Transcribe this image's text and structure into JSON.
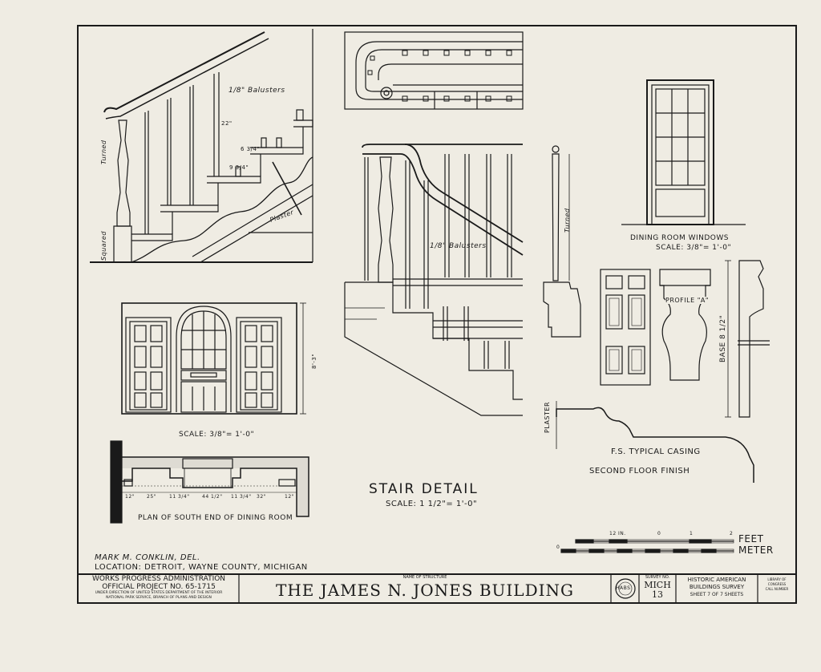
{
  "drawing": {
    "labels": {
      "balusters_upper": "1/8\" Balusters",
      "balusters_mid": "1/8\" Balusters",
      "turned_left": "Turned",
      "turned_right": "Turned",
      "squared": "Squared",
      "plaster_stair": "Plaster",
      "dim_22": "22\"",
      "dim_6": "6 3/4\"",
      "dim_9": "9 3/4\"",
      "window_caption": "DINING ROOM WINDOWS",
      "window_scale": "SCALE: 3/8\"= 1'-0\"",
      "elevation_scale": "SCALE: 3/8\"= 1'-0\"",
      "elevation_height": "8'-3\"",
      "plan_caption": "PLAN OF SOUTH END OF DINING ROOM",
      "plan_dims": [
        "12\"",
        "25\"",
        "11 3/4\"",
        "44 1/2\"",
        "11 3/4\"",
        "32\"",
        "12\""
      ],
      "profile_a": "PROFILE \"A\"",
      "base": "BASE 8 1/2\"",
      "plaster_casing": "PLASTER",
      "casing_caption": "F.S. TYPICAL CASING",
      "casing_sub": "SECOND FLOOR FINISH",
      "stair_title": "STAIR DETAIL",
      "stair_scale": "SCALE: 1 1/2\"= 1'-0\"",
      "scale_feet": "FEET",
      "scale_meter": "METER",
      "scale_ticks": [
        "12 IN.",
        "0",
        "1",
        "2"
      ],
      "scale_zero": "0",
      "delineator": "MARK M. CONKLIN, DEL.",
      "location": "LOCATION: DETROIT, WAYNE COUNTY, MICHIGAN"
    }
  },
  "title_block": {
    "wpa_line1": "WORKS PROGRESS ADMINISTRATION",
    "wpa_line2": "OFFICIAL PROJECT NO. 65-1715",
    "wpa_line3": "UNDER DIRECTION OF UNITED STATES DEPARTMENT OF THE INTERIOR",
    "wpa_line4": "NATIONAL PARK SERVICE, BRANCH OF PLANS AND DESIGN",
    "name_label": "NAME OF STRUCTURE",
    "structure_name": "THE JAMES N. JONES BUILDING",
    "survey_label": "SURVEY NO.",
    "survey_state": "MICH",
    "survey_num": "13",
    "habs_line1": "HISTORIC AMERICAN",
    "habs_line2": "BUILDINGS SURVEY",
    "sheet_label": "SHEET 7 OF 7 SHEETS",
    "loc_line1": "LIBRARY OF CONGRESS",
    "loc_line2": "CALL NUMBER",
    "seal_text": "HABS"
  }
}
